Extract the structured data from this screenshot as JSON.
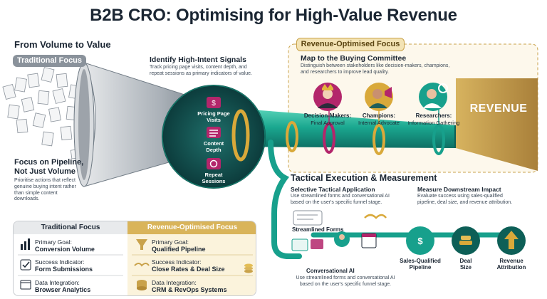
{
  "title": "B2B CRO: Optimising for High-Value Revenue",
  "left": {
    "heading": "From Volume to Value",
    "traditional_pill": "Traditional Focus",
    "focus_heading_line1": "Focus on Pipeline,",
    "focus_heading_line2": "Not Just Volume",
    "focus_text_line1": "Prioritise actions that reflect",
    "focus_text_line2": "genuine buying intent rather",
    "focus_text_line3": "than simple content",
    "focus_text_line4": "downloads."
  },
  "signals": {
    "heading": "Identify High-Intent Signals",
    "text_line1": "Track pricing page visits, content depth, and",
    "text_line2": "repeat sessions as primary indicators of value.",
    "items": [
      {
        "line1": "Pricing Page",
        "line2": "Visits"
      },
      {
        "line1": "Content",
        "line2": "Depth"
      },
      {
        "line1": "Repeat",
        "line2": "Sessions"
      }
    ]
  },
  "revenue_focus": {
    "pill": "Revenue-Optimised Focus",
    "heading": "Map to the Buying Committee",
    "text_line1": "Distinguish between stakeholders like decision-makers, champions,",
    "text_line2": "and researchers to improve lead quality.",
    "personas": [
      {
        "name": "Decision-Makers:",
        "role": "Final Approval"
      },
      {
        "name": "Champions:",
        "role": "Internal Advocate"
      },
      {
        "name": "Researchers:",
        "role": "Information Gathering"
      }
    ],
    "revenue_label": "REVENUE"
  },
  "tactical": {
    "heading": "Tactical Execution & Measurement",
    "selective_heading": "Selective Tactical Application",
    "selective_text_line1": "Use streamlined forms and conversational AI",
    "selective_text_line2": "based on the user's specific funnel stage.",
    "streamlined_forms": "Streamlined Forms",
    "conversational_ai": "Conversational AI",
    "conv_text_line1": "Use streamlined forms and conversational AI",
    "conv_text_line2": "based on the user's specific funnel stage.",
    "measure_heading": "Measure Downstream Impact",
    "measure_text_line1": "Evaluate success using sales-qualified",
    "measure_text_line2": "pipeline, deal size, and revenue attribution.",
    "kpis": [
      {
        "line1": "Sales-Qualified",
        "line2": "Pipeline"
      },
      {
        "line1": "Deal",
        "line2": "Size"
      },
      {
        "line1": "Revenue",
        "line2": "Attribution"
      }
    ]
  },
  "table": {
    "left_header": "Traditional Focus",
    "right_header": "Revenue-Optimised Focus",
    "rows": [
      {
        "left_label": "Primary Goal:",
        "left_value": "Conversion Volume",
        "right_label": "Primary Goal:",
        "right_value": "Qualified Pipeline"
      },
      {
        "left_label": "Success Indicator:",
        "left_value": "Form Submissions",
        "right_label": "Success Indicator:",
        "right_value": "Close Rates & Deal Size"
      },
      {
        "left_label": "Data Integration:",
        "left_value": "Browser Analytics",
        "right_label": "Data Integration:",
        "right_value": "CRM & RevOps Systems"
      }
    ]
  },
  "colors": {
    "teal": "#17a08c",
    "teal_dark": "#0d5f57",
    "gold": "#c9a24a",
    "magenta": "#b3266b",
    "grey": "#8a929b"
  }
}
